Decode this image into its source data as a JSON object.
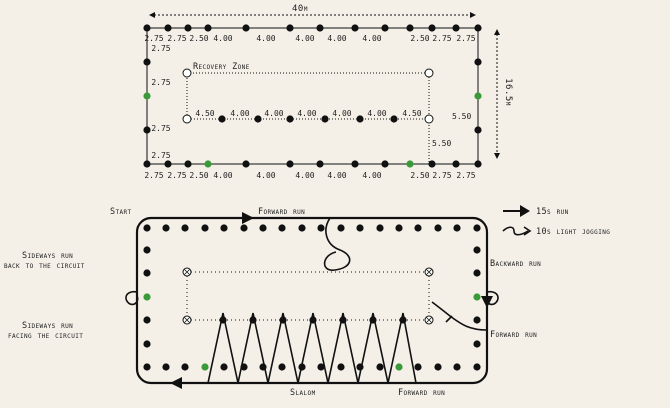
{
  "top": {
    "width_label": "40m",
    "height_label": "16.5m",
    "recovery_label": "Recovery Zone",
    "top_segments": [
      "2.75",
      "2.75",
      "2.50",
      "4.00",
      "4.00",
      "4.00",
      "4.00",
      "4.00",
      "2.50",
      "2.75",
      "2.75"
    ],
    "bottom_segments": [
      "2.75",
      "2.75",
      "2.50",
      "4.00",
      "4.00",
      "4.00",
      "4.00",
      "4.00",
      "2.50",
      "2.75",
      "2.75"
    ],
    "left_segments": [
      "2.75",
      "2.75",
      "2.75",
      "2.75"
    ],
    "inner_segments": [
      "4.50",
      "4.00",
      "4.00",
      "4.00",
      "4.00",
      "4.00",
      "4.50"
    ],
    "right_inner_label": "5.50",
    "right_lower_label": "5.50"
  },
  "bottom": {
    "start_label": "Start",
    "forward_run_top": "Forward run",
    "backward_run": "Backward run",
    "forward_run_right": "Forward run",
    "forward_run_bottom": "Forward run",
    "slalom": "Slalom",
    "sideways_back_1": "Sideways run",
    "sideways_back_2": "back to the circuit",
    "sideways_facing_1": "Sideways run",
    "sideways_facing_2": "facing the circuit"
  },
  "legend": [
    {
      "label": "15s run",
      "icon": "arrow-icon"
    },
    {
      "label": "10s light jogging",
      "icon": "loop-arrow-icon"
    }
  ],
  "colors": {
    "dot": "#111111",
    "green": "#3a9a3a",
    "background": "#f4f0e8"
  }
}
